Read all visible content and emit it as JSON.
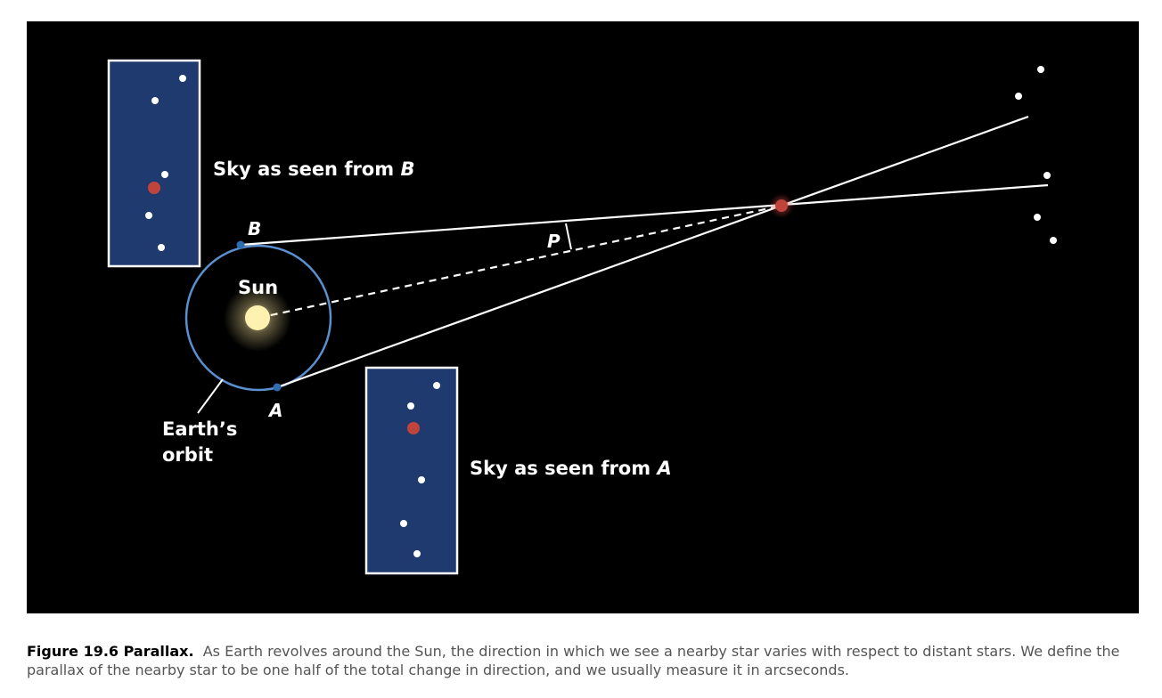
{
  "labels": {
    "sky_b_prefix": "Sky as seen from ",
    "sky_b_point": "B",
    "sky_a_prefix": "Sky as seen from ",
    "sky_a_point": "A",
    "point_b": "B",
    "point_a": "A",
    "sun": "Sun",
    "angle": "P",
    "orbit_line1": "Earth’s",
    "orbit_line2": "orbit"
  },
  "caption": {
    "figure": "Figure 19.6 Parallax.",
    "text": "As Earth revolves around the Sun, the direction in which we see a nearby star varies with respect to distant stars. We define the parallax of the nearby star to be one half of the total change in direction, and we usually measure it in arcseconds."
  },
  "colors": {
    "background": "#000000",
    "panel": "#1e3a6e",
    "orbit": "#5a8fd0",
    "nearby_star": "#c0443c",
    "sun": "#fff2b0",
    "line": "#ffffff"
  }
}
